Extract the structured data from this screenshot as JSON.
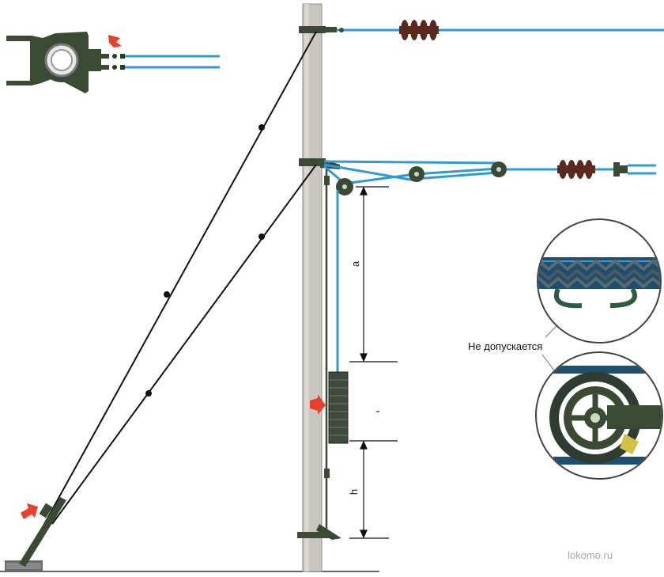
{
  "labels": {
    "dimension_a": "a",
    "dimension_h": "h",
    "warning": "Не допускается",
    "watermark": "lokomo.ru"
  },
  "colors": {
    "pole": "#c7c4bf",
    "wire": "#2f9ad4",
    "insulator": "#5b2a1f",
    "fitting": "#3a4a33",
    "arrow": "#e8402a",
    "guy": "#111111"
  },
  "icons": [
    "red-arrow-icon",
    "pulley-icon",
    "insulator-icon",
    "weight-stack-icon",
    "magnifier-circle-icon"
  ]
}
